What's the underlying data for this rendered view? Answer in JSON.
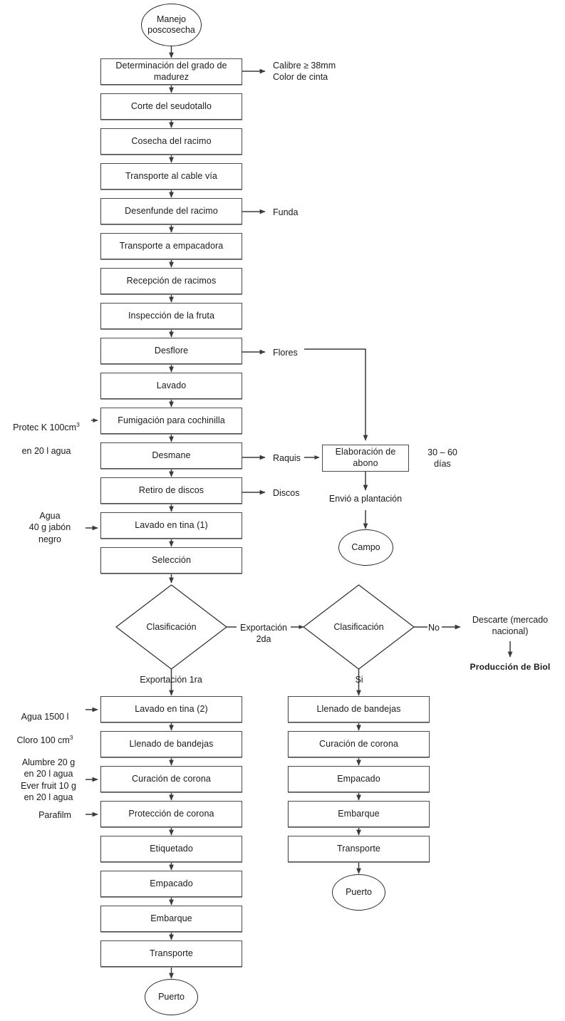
{
  "diagram": {
    "title": "Manejo poscosecha - diagrama de flujo",
    "colors": {
      "box_border": "#4a4a4a",
      "line": "#3a3a3a",
      "text": "#1a1a1a",
      "background": "#ffffff"
    }
  },
  "terminators": {
    "start": "Manejo\nposcosecha",
    "campo": "Campo",
    "puerto_left": "Puerto",
    "puerto_right": "Puerto"
  },
  "main_flow": [
    {
      "id": "grado-madurez",
      "label": "Determinación del grado de\nmadurez"
    },
    {
      "id": "corte-seudotallo",
      "label": "Corte del seudotallo"
    },
    {
      "id": "cosecha-racimo",
      "label": "Cosecha del racimo"
    },
    {
      "id": "transporte-cable-via",
      "label": "Transporte al cable vía"
    },
    {
      "id": "desenfunde-racimo",
      "label": "Desenfunde del racimo"
    },
    {
      "id": "transporte-empacadora",
      "label": "Transporte a empacadora"
    },
    {
      "id": "recepcion-racimos",
      "label": "Recepción de racimos"
    },
    {
      "id": "inspeccion-fruta",
      "label": "Inspección de la fruta"
    },
    {
      "id": "desflore",
      "label": "Desflore"
    },
    {
      "id": "lavado",
      "label": "Lavado"
    },
    {
      "id": "fumigacion-cochinilla",
      "label": "Fumigación para cochinilla"
    },
    {
      "id": "desmane",
      "label": "Desmane"
    },
    {
      "id": "retiro-discos",
      "label": "Retiro de discos"
    },
    {
      "id": "lavado-tina-1",
      "label": "Lavado en tina (1)"
    },
    {
      "id": "seleccion",
      "label": "Selección"
    }
  ],
  "export_first_flow": [
    {
      "id": "lavado-tina-2",
      "label": "Lavado en tina (2)"
    },
    {
      "id": "llenado-bandejas-1",
      "label": "Llenado de bandejas"
    },
    {
      "id": "curacion-corona-1",
      "label": "Curación de corona"
    },
    {
      "id": "proteccion-corona",
      "label": "Protección de corona"
    },
    {
      "id": "etiquetado",
      "label": "Etiquetado"
    },
    {
      "id": "empacado-1",
      "label": "Empacado"
    },
    {
      "id": "embarque-1",
      "label": "Embarque"
    },
    {
      "id": "transporte-1",
      "label": "Transporte"
    }
  ],
  "export_second_flow": [
    {
      "id": "llenado-bandejas-2",
      "label": "Llenado de bandejas"
    },
    {
      "id": "curacion-corona-2",
      "label": "Curación de corona"
    },
    {
      "id": "empacado-2",
      "label": "Empacado"
    },
    {
      "id": "embarque-2",
      "label": "Embarque"
    },
    {
      "id": "transporte-2",
      "label": "Transporte"
    }
  ],
  "decisions": {
    "clasificacion_1": "Clasificación",
    "clasificacion_2": "Clasificación"
  },
  "edge_labels": {
    "exportacion_2da": "Exportación 2da",
    "exportacion_1ra": "Exportación 1ra",
    "si": "Si",
    "no": "No"
  },
  "outputs": {
    "calibre": "Calibre ≥ 38mm\nColor de cinta",
    "funda": "Funda",
    "flores": "Flores",
    "raquis": "Raquis",
    "discos": "Discos",
    "descarte": "Descarte (mercado\nnacional)",
    "produccion_biol": "Producción de Biol"
  },
  "byproduct_branch": {
    "elaboracion_abono": "Elaboración de\nabono",
    "dias": "30 – 60\ndías",
    "envio_plantacion": "Envió a plantación"
  },
  "inputs": {
    "protec_k_line1_a": "Protec K 100cm",
    "protec_k_sup": "3",
    "protec_k_line2": "en 20 l agua",
    "agua_jabon": "Agua\n40 g jabón\nnegro",
    "agua_cloro_line1": "Agua 1500 l",
    "agua_cloro_line2_a": "Cloro 100 cm",
    "agua_cloro_sup": "3",
    "alumbre": "Alumbre 20 g\nen 20 l agua\nEver fruit 10 g\nen 20 l agua",
    "parafilm": "Parafilm"
  }
}
